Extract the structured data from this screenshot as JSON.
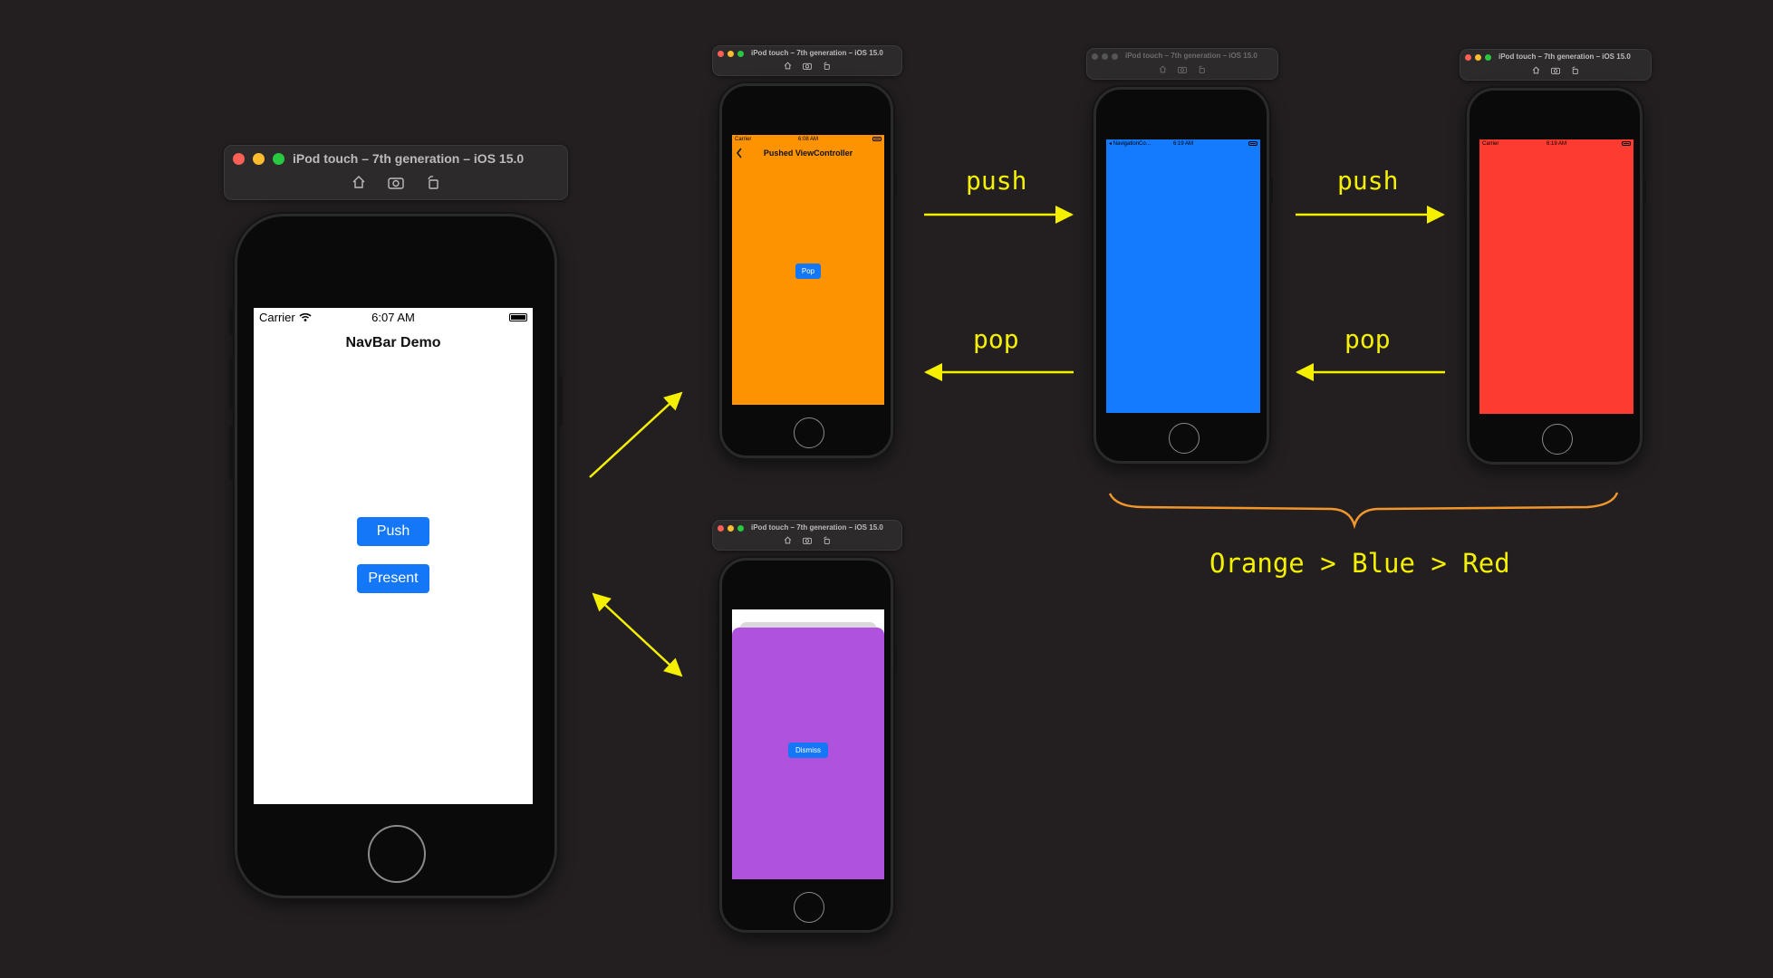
{
  "simulator": {
    "title": "iPod touch – 7th generation – iOS 15.0",
    "toolbar_icons": [
      "home-icon",
      "screenshot-icon",
      "rotate-icon"
    ]
  },
  "main_phone": {
    "status": {
      "carrier": "Carrier",
      "time": "6:07 AM"
    },
    "nav_title": "NavBar Demo",
    "push_label": "Push",
    "present_label": "Present"
  },
  "orange_phone": {
    "status": {
      "carrier": "Carrier",
      "time": "6:08 AM"
    },
    "nav_title": "Pushed ViewController",
    "pop_label": "Pop"
  },
  "blue_phone": {
    "status": {
      "carrier": "◂ NavigationCo…",
      "time": "6:19 AM"
    }
  },
  "red_phone": {
    "status": {
      "carrier": "Carrier",
      "time": "6:19 AM"
    }
  },
  "purple_phone": {
    "dismiss_label": "Dismiss"
  },
  "annotations": {
    "push_1": "push",
    "push_2": "push",
    "pop_1": "pop",
    "pop_2": "pop",
    "order": "Orange > Blue > Red"
  },
  "colors": {
    "background": "#231f20",
    "orange": "#fd9300",
    "blue": "#147afe",
    "red": "#fe3b30",
    "purple": "#af52de",
    "button_blue": "#1477f8",
    "arrow_yellow": "#f4f000",
    "brace_orange": "#f0962c"
  }
}
